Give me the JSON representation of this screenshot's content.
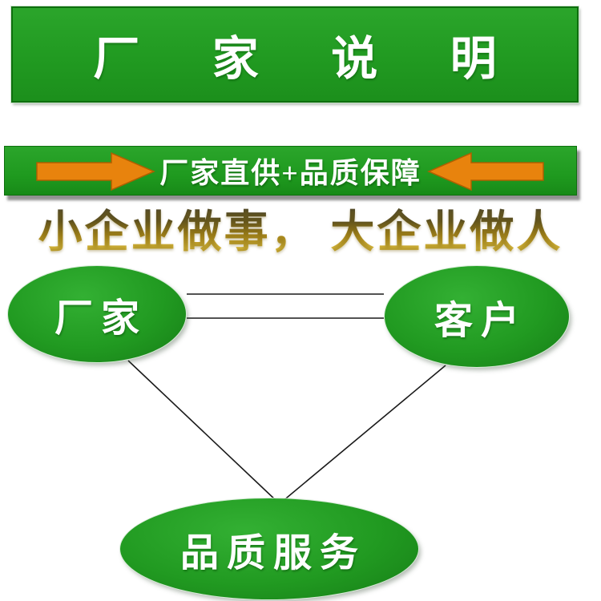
{
  "title_banner": {
    "text": "厂 家 说 明"
  },
  "supply_bar": {
    "text": "厂家直供+品质保障"
  },
  "slogan": {
    "text": "小企业做事， 大企业做人"
  },
  "diagram": {
    "nodes": [
      {
        "id": "factory",
        "label": "厂家"
      },
      {
        "id": "customer",
        "label": "客户"
      },
      {
        "id": "service",
        "label": "品质服务"
      }
    ],
    "edges": [
      {
        "from": "factory",
        "to": "customer",
        "style": "double-line"
      },
      {
        "from": "factory",
        "to": "service",
        "style": "single-line"
      },
      {
        "from": "customer",
        "to": "service",
        "style": "single-line"
      }
    ]
  },
  "icons": {
    "left_arrow": "arrow-right-icon",
    "right_arrow": "arrow-left-icon"
  },
  "colors": {
    "green": "#219a21",
    "green_border": "#0e6f0e",
    "orange": "#e8830d",
    "orange_edge": "#b05f00",
    "gold": "#c9a227",
    "line": "#1a1a1a",
    "text_white": "#ffffff"
  }
}
